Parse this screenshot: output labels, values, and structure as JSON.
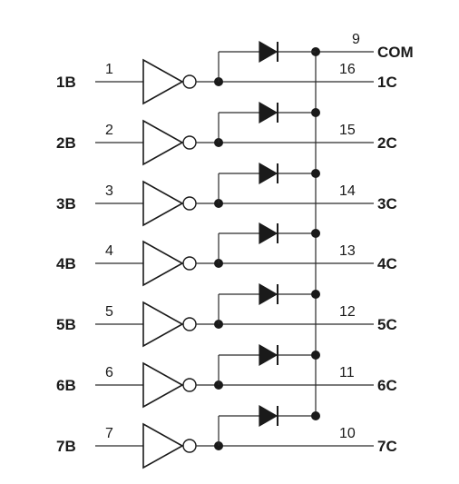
{
  "com": {
    "label": "COM",
    "pin": "9"
  },
  "channels": [
    {
      "input_label": "1B",
      "input_pin": "1",
      "output_label": "1C",
      "output_pin": "16"
    },
    {
      "input_label": "2B",
      "input_pin": "2",
      "output_label": "2C",
      "output_pin": "15"
    },
    {
      "input_label": "3B",
      "input_pin": "3",
      "output_label": "3C",
      "output_pin": "14"
    },
    {
      "input_label": "4B",
      "input_pin": "4",
      "output_label": "4C",
      "output_pin": "13"
    },
    {
      "input_label": "5B",
      "input_pin": "5",
      "output_label": "5C",
      "output_pin": "12"
    },
    {
      "input_label": "6B",
      "input_pin": "6",
      "output_label": "6C",
      "output_pin": "11"
    },
    {
      "input_label": "7B",
      "input_pin": "7",
      "output_label": "7C",
      "output_pin": "10"
    }
  ]
}
